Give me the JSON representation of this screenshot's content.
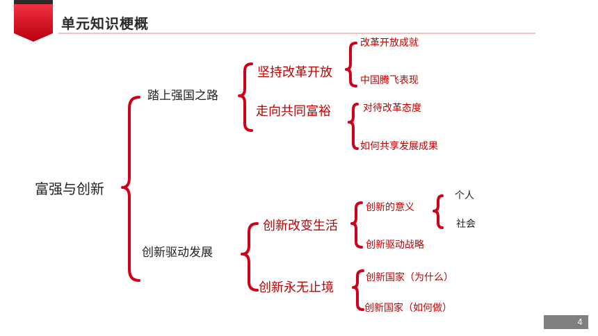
{
  "header": {
    "title": "单元知识梗概"
  },
  "tree": {
    "root": "富强与创新",
    "branches": [
      {
        "label": "踏上强国之路",
        "children": [
          {
            "label": "坚持改革开放",
            "children": [
              "改革开放成就",
              "中国腾飞表现"
            ]
          },
          {
            "label": "走向共同富裕",
            "children": [
              "对待改革态度",
              "如何共享发展成果"
            ]
          }
        ]
      },
      {
        "label": "创新驱动发展",
        "children": [
          {
            "label": "创新改变生活",
            "children": [
              "创新的意义",
              "创新驱动战略"
            ],
            "sub": [
              "个人",
              "社会"
            ]
          },
          {
            "label": "创新永无止境",
            "children": [
              "创新国家（为什么）",
              "创新国家（如何做）"
            ]
          }
        ]
      }
    ]
  },
  "colors": {
    "accent": "#d0001a",
    "brace": "#d0001a"
  },
  "footer": {
    "page_number": "4"
  }
}
